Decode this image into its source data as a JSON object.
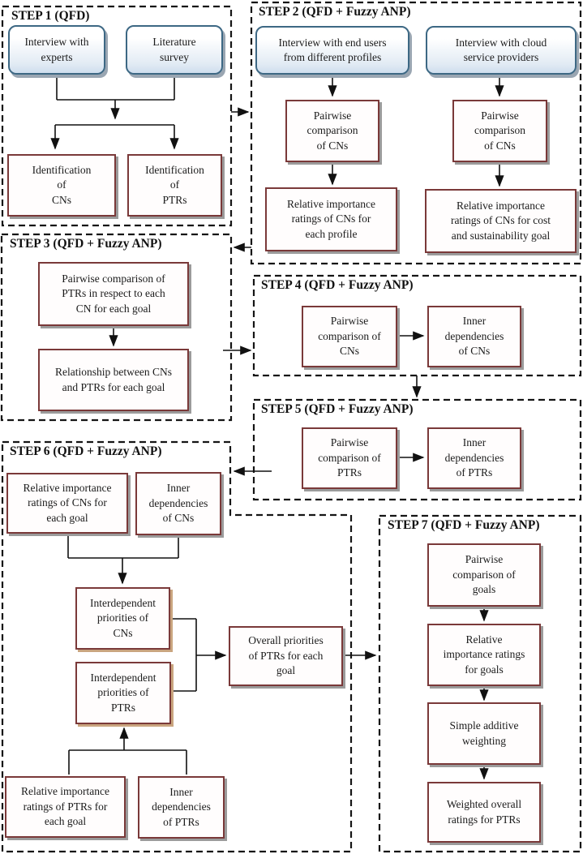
{
  "s1": {
    "title": "STEP 1 (QFD)",
    "interview_experts": "Interview with\nexperts",
    "literature_survey": "Literature\nsurvey",
    "identification_cns": "Identification\nof\nCNs",
    "identification_ptrs": "Identification\nof\nPTRs"
  },
  "s2": {
    "title": "STEP 2 (QFD + Fuzzy ANP)",
    "interview_end_users": "Interview with end users\nfrom different profiles",
    "interview_cloud": "Interview with cloud\nservice providers",
    "pairwise_cns_profiles": "Pairwise\ncomparison\nof CNs",
    "pairwise_cns_providers": "Pairwise\ncomparison\nof CNs",
    "ratings_each_profile": "Relative importance\nratings of CNs for\neach profile",
    "ratings_cost_sustainability": "Relative importance\nratings of CNs for cost\nand sustainability goal"
  },
  "s3": {
    "title": "STEP 3 (QFD + Fuzzy ANP)",
    "pairwise_ptrs_each_cn": "Pairwise comparison of\nPTRs in respect to each\nCN for each goal",
    "relationship_cns_ptrs": "Relationship between CNs\nand PTRs for each goal"
  },
  "s4": {
    "title": "STEP 4 (QFD + Fuzzy ANP)",
    "pairwise_cns": "Pairwise\ncomparison of\nCNs",
    "inner_dep_cns": "Inner\ndependencies\nof CNs"
  },
  "s5": {
    "title": "STEP 5 (QFD + Fuzzy ANP)",
    "pairwise_ptrs": "Pairwise\ncomparison of\nPTRs",
    "inner_dep_ptrs": "Inner\ndependencies\nof PTRs"
  },
  "s6": {
    "title": "STEP 6 (QFD + Fuzzy ANP)",
    "ratings_cns_each_goal": "Relative importance\nratings of CNs for\neach goal",
    "inner_dep_cns": "Inner\ndependencies\nof CNs",
    "interdep_priorities_cns": "Interdependent\npriorities of\nCNs",
    "interdep_priorities_ptrs": "Interdependent\npriorities of\nPTRs",
    "overall_priorities_ptrs": "Overall priorities\nof PTRs for each\ngoal",
    "ratings_ptrs_each_goal": "Relative importance\nratings of PTRs for\neach goal",
    "inner_dep_ptrs": "Inner\ndependencies\nof PTRs"
  },
  "s7": {
    "title": "STEP 7 (QFD + Fuzzy ANP)",
    "pairwise_goals": "Pairwise\ncomparison of\ngoals",
    "ratings_goals": "Relative\nimportance ratings\nfor goals",
    "simple_additive_weighting": "Simple additive\nweighting",
    "weighted_overall_ratings": "Weighted overall\nratings for PTRs"
  },
  "colors": {
    "box_border": "#7a3939",
    "rounded_border": "#3d6884",
    "dash": "#151515"
  }
}
